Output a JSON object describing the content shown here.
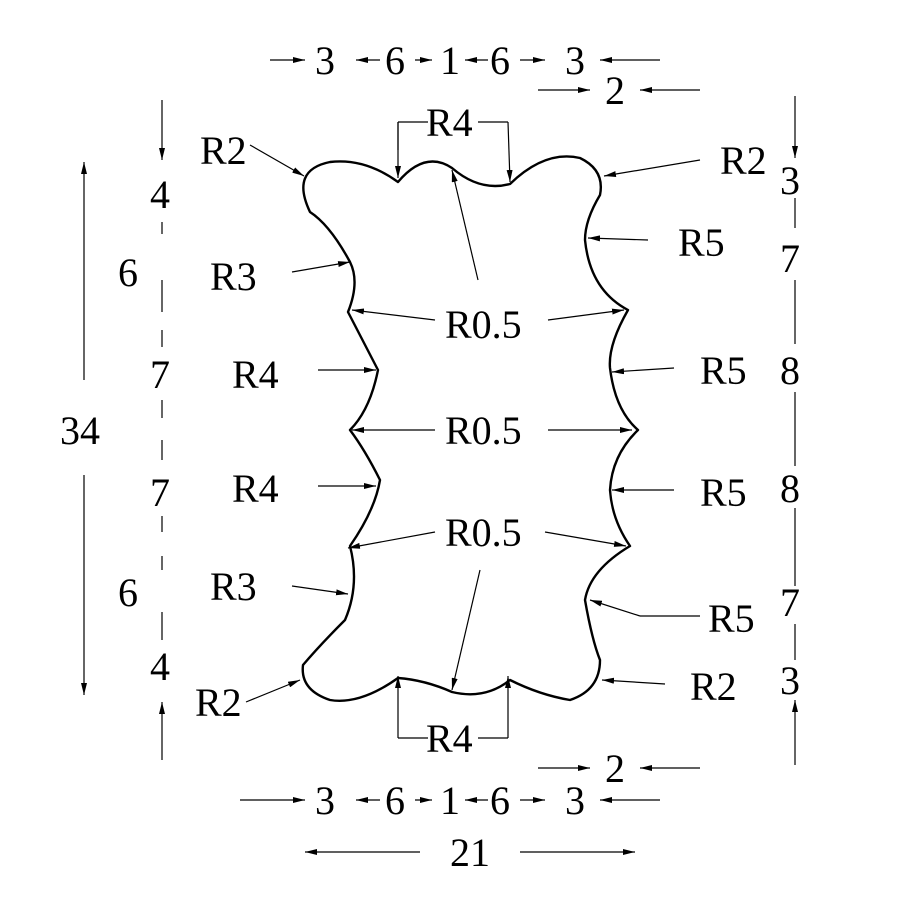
{
  "drawing": {
    "top_chain": [
      "3",
      "6",
      "1",
      "6",
      "3"
    ],
    "top_offset": "2",
    "bottom_chain": [
      "3",
      "6",
      "1",
      "6",
      "3"
    ],
    "bottom_offset": "2",
    "overall_width": "21",
    "overall_height": "34",
    "left_chain": [
      "4",
      "6",
      "7",
      "7",
      "6",
      "4"
    ],
    "right_chain": [
      "3",
      "7",
      "8",
      "8",
      "7",
      "3"
    ],
    "radius_labels": {
      "top_left_corner": "R2",
      "top_right_corner": "R2",
      "bottom_left_corner": "R2",
      "bottom_right_corner": "R2",
      "top_scallops": "R4",
      "bottom_scallops": "R4",
      "left_upper_r3": "R3",
      "left_lower_r3": "R3",
      "left_upper_r4": "R4",
      "left_lower_r4": "R4",
      "right_r5_1": "R5",
      "right_r5_2": "R5",
      "right_r5_3": "R5",
      "right_r5_4": "R5",
      "cusp_upper": "R0.5",
      "cusp_middle": "R0.5",
      "cusp_lower": "R0.5"
    }
  }
}
